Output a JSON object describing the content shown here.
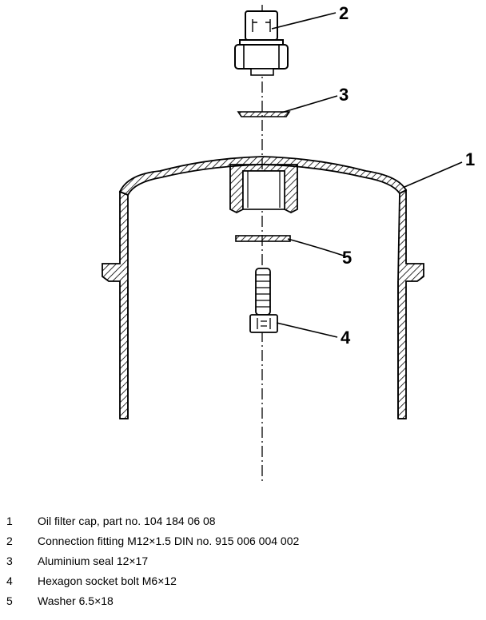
{
  "callouts": {
    "c1": "1",
    "c2": "2",
    "c3": "3",
    "c4": "4",
    "c5": "5"
  },
  "legend": [
    {
      "num": "1",
      "text": "Oil filter cap, part no. 104 184 06 08"
    },
    {
      "num": "2",
      "text": "Connection fitting M12×1.5 DIN no. 915 006 004 002"
    },
    {
      "num": "3",
      "text": "Aluminium seal 12×17"
    },
    {
      "num": "4",
      "text": "Hexagon socket bolt M6×12"
    },
    {
      "num": "5",
      "text": "Washer 6.5×18"
    }
  ],
  "colors": {
    "ink": "#000000",
    "background": "#ffffff"
  }
}
